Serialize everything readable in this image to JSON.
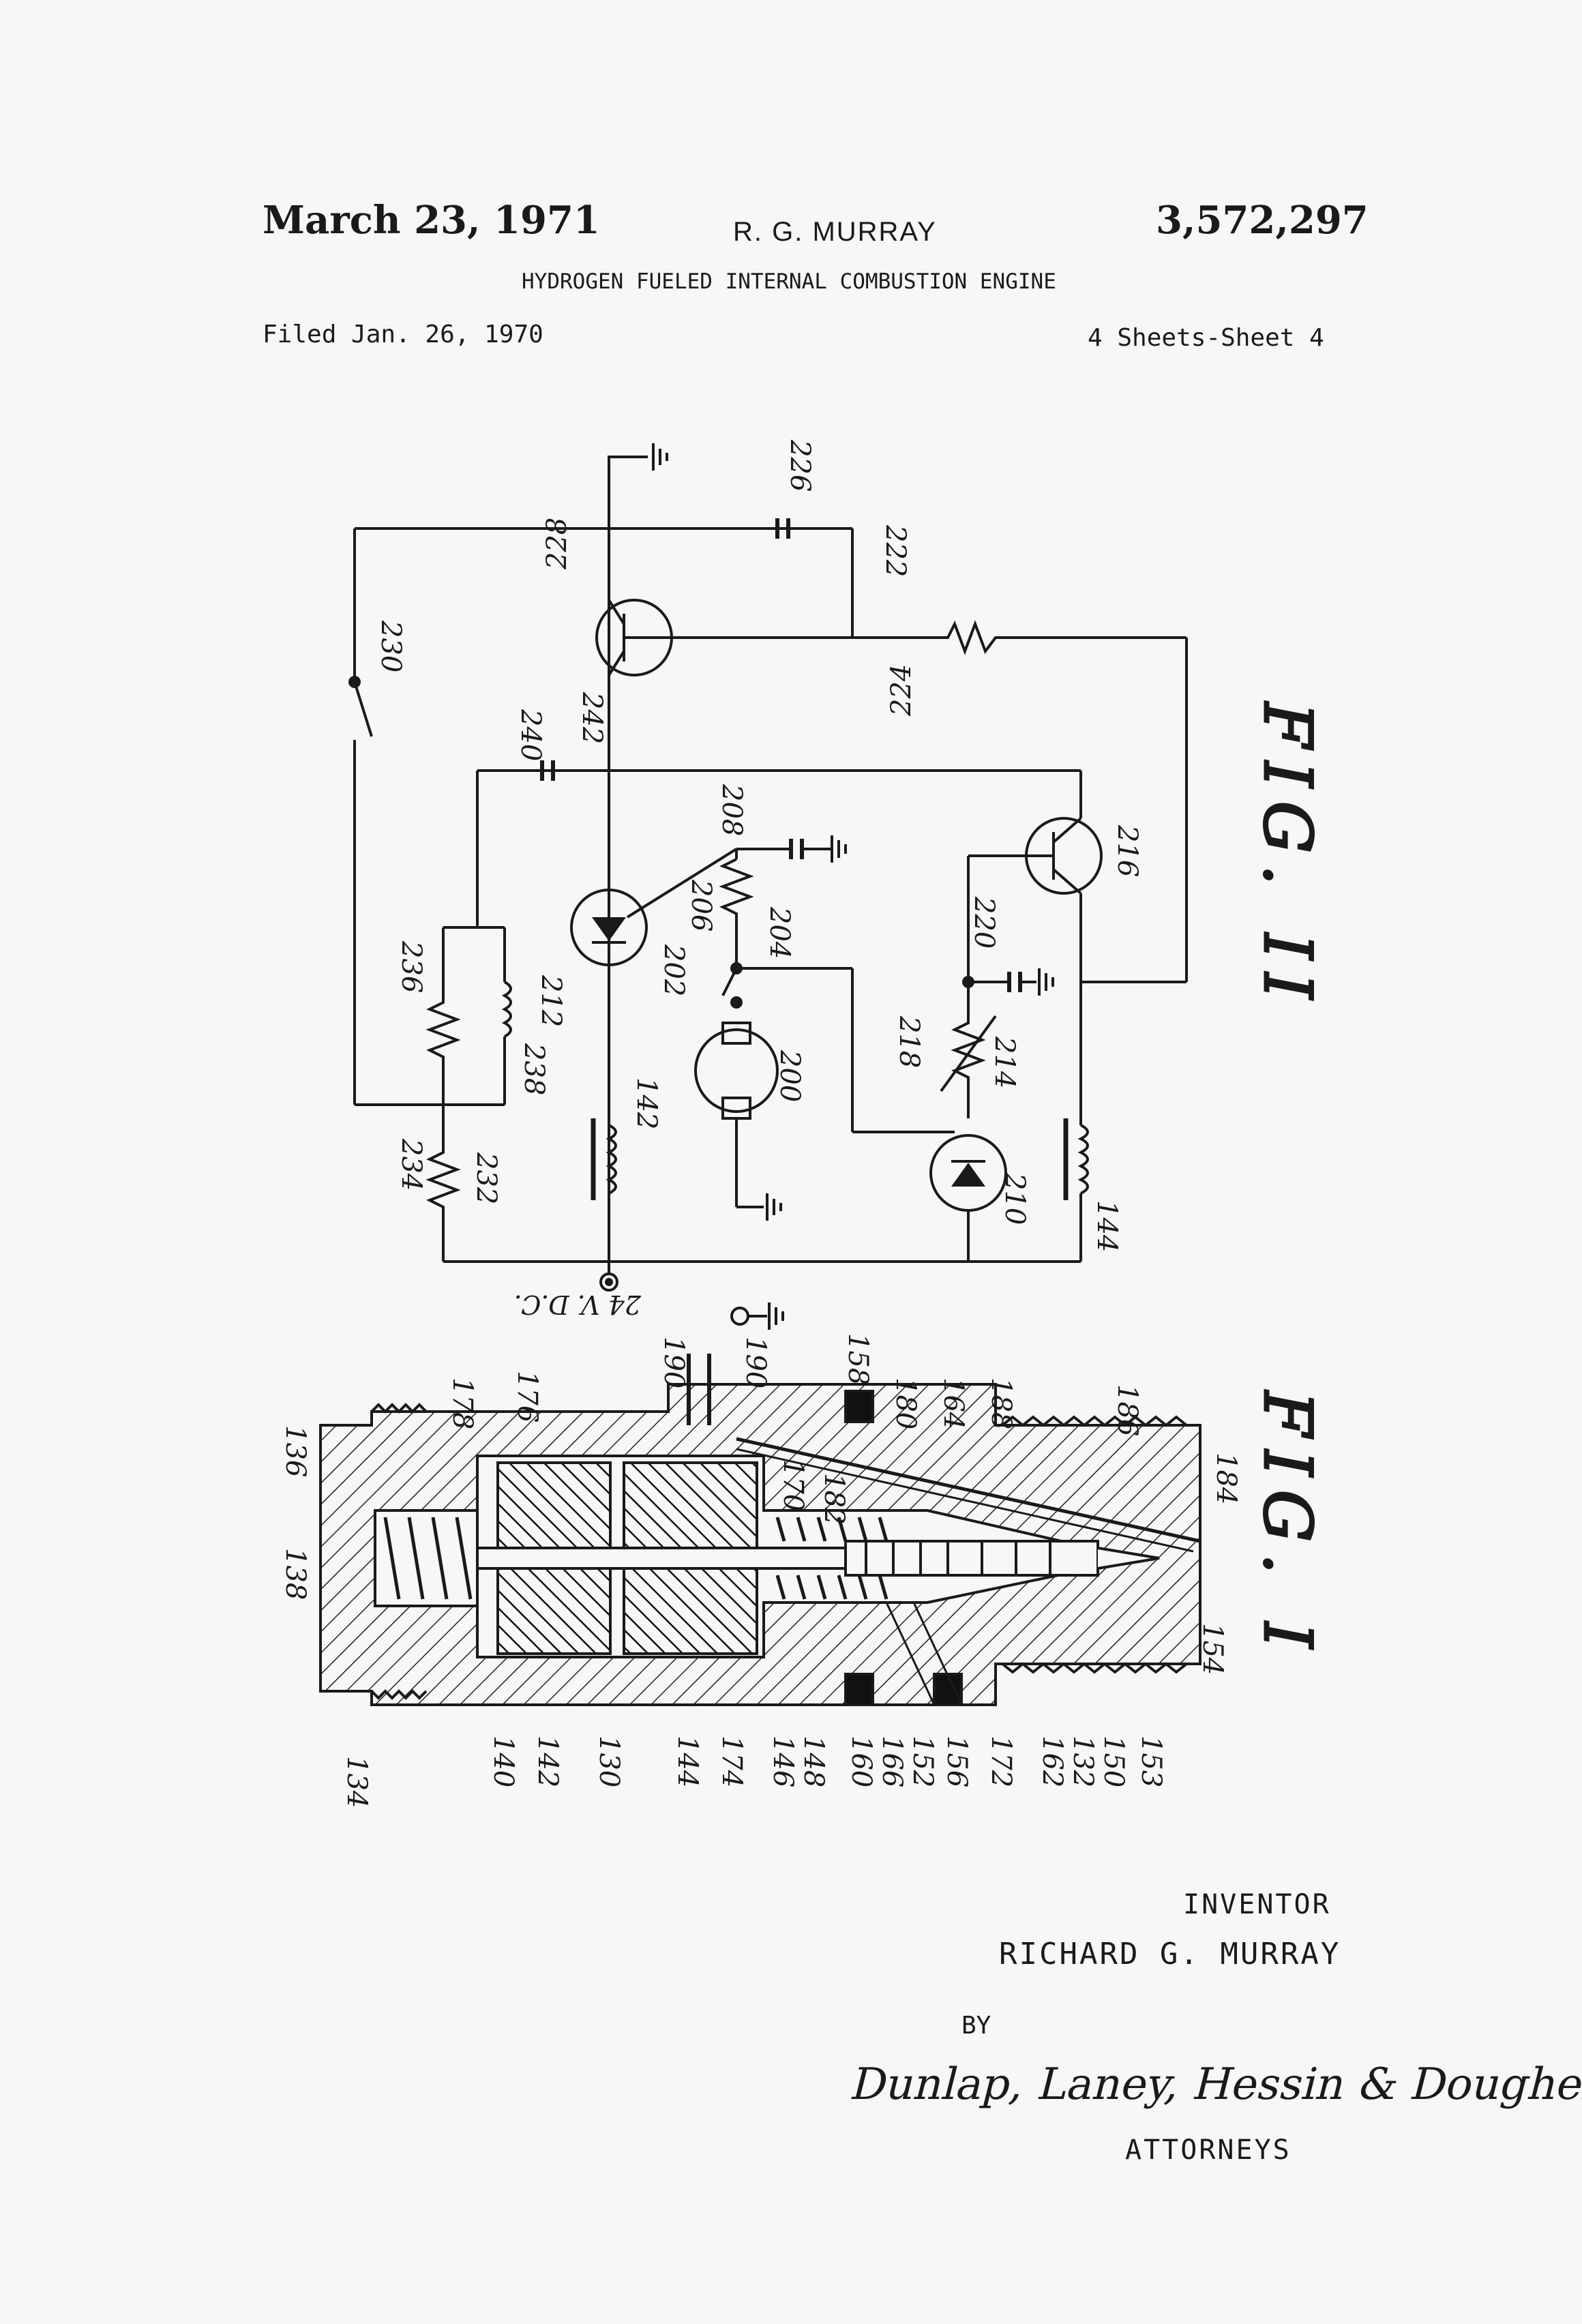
{
  "header": {
    "date": "March 23, 1971",
    "inventor": "R. G. MURRAY",
    "patent_number": "3,572,297",
    "title": "HYDROGEN FUELED INTERNAL COMBUSTION ENGINE",
    "filed": "Filed Jan. 26, 1970",
    "sheets": "4 Sheets-Sheet 4"
  },
  "figures": {
    "fig_top": "FIG. II",
    "fig_bottom": "FIG. I"
  },
  "circuit": {
    "supply": "24 V. D.C.",
    "labels": [
      "226",
      "222",
      "228",
      "230",
      "224",
      "240",
      "242",
      "208",
      "206",
      "204",
      "216",
      "220",
      "202",
      "236",
      "212",
      "218",
      "214",
      "238",
      "200",
      "142",
      "234",
      "232",
      "210",
      "144"
    ]
  },
  "injector": {
    "labels": [
      "190",
      "190",
      "158",
      "176",
      "178",
      "180",
      "164",
      "188",
      "186",
      "136",
      "170",
      "182",
      "184",
      "138",
      "154",
      "134",
      "140",
      "142",
      "130",
      "144",
      "174",
      "146",
      "148",
      "160",
      "166",
      "152",
      "156",
      "172",
      "162",
      "132",
      "150",
      "153"
    ]
  },
  "signature": {
    "inventor_label": "INVENTOR",
    "inventor_name": "RICHARD G. MURRAY",
    "by": "BY",
    "firm": "Dunlap, Laney, Hessin & Dougherty",
    "attorneys_label": "ATTORNEYS"
  }
}
